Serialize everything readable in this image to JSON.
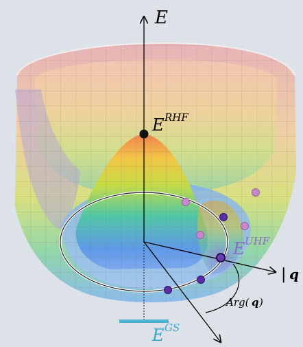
{
  "labels": {
    "energy_axis": "E",
    "rhf_base": "E",
    "rhf_sup": "RHF",
    "uhf_base": "E",
    "uhf_sup": "UHF",
    "gs_base": "E",
    "gs_sup": "GS",
    "q_axis_bar": "|",
    "q_axis_q": "q",
    "arg_prefix": "Arg(",
    "arg_q": "q",
    "arg_suffix": ")"
  },
  "colors": {
    "background": "#dde1e8",
    "uhf_label": "#8b6bbf",
    "gs_label": "#3aa6c9",
    "gs_bar": "#4bb3cf",
    "dark_points": "#5a2ea6",
    "light_points": "#c58acb",
    "axis": "#000000"
  }
}
